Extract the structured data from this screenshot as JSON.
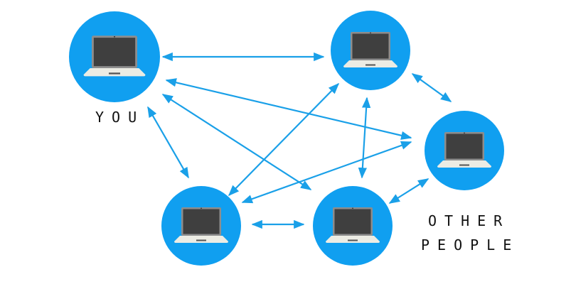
{
  "colors": {
    "node": "#109ff0",
    "arrow": "#1aa0e8",
    "screen": "#3f3f3f",
    "bezel": "#8d8d8d",
    "base": "#ecece4",
    "trackpad": "#555555"
  },
  "labels": {
    "you": "YOU",
    "others_line1": "OTHER",
    "others_line2": "PEOPLE"
  },
  "nodes": [
    {
      "id": "you",
      "icon": "laptop-icon"
    },
    {
      "id": "top-right",
      "icon": "laptop-icon"
    },
    {
      "id": "right",
      "icon": "laptop-icon"
    },
    {
      "id": "bottom-left",
      "icon": "laptop-icon"
    },
    {
      "id": "bottom-mid",
      "icon": "laptop-icon"
    }
  ],
  "connections": [
    {
      "from": "you",
      "to": "top-right",
      "bidirectional": true
    },
    {
      "from": "you",
      "to": "right",
      "bidirectional": true
    },
    {
      "from": "you",
      "to": "bottom-left",
      "bidirectional": true
    },
    {
      "from": "you",
      "to": "bottom-mid",
      "bidirectional": true
    },
    {
      "from": "top-right",
      "to": "bottom-left",
      "bidirectional": true
    },
    {
      "from": "top-right",
      "to": "bottom-mid",
      "bidirectional": true
    },
    {
      "from": "right",
      "to": "bottom-left",
      "bidirectional": true
    },
    {
      "from": "bottom-left",
      "to": "bottom-mid",
      "bidirectional": true
    },
    {
      "from": "top-right",
      "to": "right",
      "bidirectional": true
    },
    {
      "from": "right",
      "to": "bottom-mid",
      "bidirectional": true
    }
  ]
}
